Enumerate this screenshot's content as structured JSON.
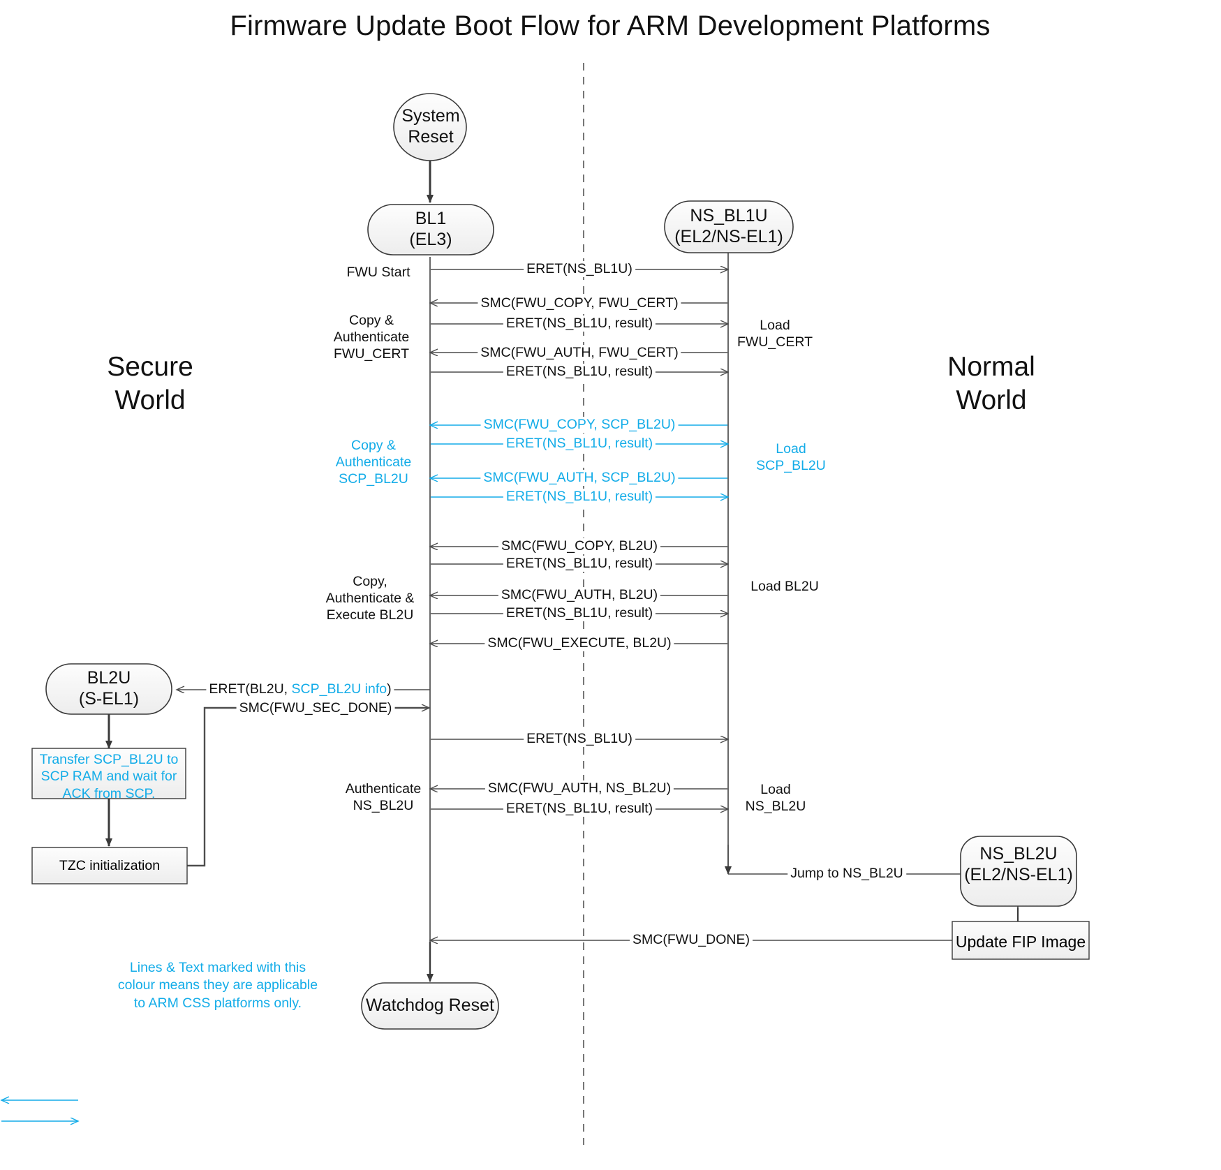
{
  "title": "Firmware Update Boot Flow for ARM Development Platforms",
  "worlds": {
    "secure": "Secure\nWorld",
    "normal": "Normal\nWorld"
  },
  "colors": {
    "css_cyan": "#13ACE8",
    "line": "#4d4d4d",
    "node_fill": "#f5f5f5",
    "node_stroke": "#3a3a3a",
    "text": "#111111"
  },
  "nodes": [
    {
      "id": "system-reset",
      "label": "System\nReset",
      "shape": "ellipse"
    },
    {
      "id": "bl1",
      "label": "BL1\n(EL3)",
      "shape": "stadium"
    },
    {
      "id": "ns-bl1u",
      "label": "NS_BL1U\n(EL2/NS-EL1)",
      "shape": "stadium"
    },
    {
      "id": "bl2u",
      "label": "BL2U\n(S-EL1)",
      "shape": "stadium"
    },
    {
      "id": "ns-bl2u",
      "label": "NS_BL2U\n(EL2/NS-EL1)",
      "shape": "stadium"
    },
    {
      "id": "watchdog-reset",
      "label": "Watchdog Reset",
      "shape": "stadium"
    }
  ],
  "process_boxes": [
    {
      "id": "transfer-scp",
      "label": "Transfer SCP_BL2U to\nSCP RAM and wait for\nACK from SCP.",
      "css_only": true
    },
    {
      "id": "tzc-init",
      "label": "TZC initialization",
      "css_only": false
    },
    {
      "id": "update-fip",
      "label": "Update FIP Image",
      "css_only": false
    }
  ],
  "messages": [
    {
      "id": "m1",
      "label": "ERET(NS_BL1U)",
      "dir": "right",
      "css_only": false
    },
    {
      "id": "m2",
      "label": "SMC(FWU_COPY, FWU_CERT)",
      "dir": "left",
      "css_only": false
    },
    {
      "id": "m3",
      "label": "ERET(NS_BL1U, result)",
      "dir": "right",
      "css_only": false
    },
    {
      "id": "m4",
      "label": "SMC(FWU_AUTH, FWU_CERT)",
      "dir": "left",
      "css_only": false
    },
    {
      "id": "m5",
      "label": "ERET(NS_BL1U, result)",
      "dir": "right",
      "css_only": false
    },
    {
      "id": "m6",
      "label": "SMC(FWU_COPY, SCP_BL2U)",
      "dir": "left",
      "css_only": true
    },
    {
      "id": "m7",
      "label": "ERET(NS_BL1U, result)",
      "dir": "right",
      "css_only": true
    },
    {
      "id": "m8",
      "label": "SMC(FWU_AUTH, SCP_BL2U)",
      "dir": "left",
      "css_only": true
    },
    {
      "id": "m9",
      "label": "ERET(NS_BL1U, result)",
      "dir": "right",
      "css_only": true
    },
    {
      "id": "m10",
      "label": "SMC(FWU_COPY, BL2U)",
      "dir": "left",
      "css_only": false
    },
    {
      "id": "m11",
      "label": "ERET(NS_BL1U, result)",
      "dir": "right",
      "css_only": false
    },
    {
      "id": "m12",
      "label": "SMC(FWU_AUTH, BL2U)",
      "dir": "left",
      "css_only": false
    },
    {
      "id": "m13",
      "label": "ERET(NS_BL1U, result)",
      "dir": "right",
      "css_only": false
    },
    {
      "id": "m14",
      "label": "SMC(FWU_EXECUTE, BL2U)",
      "dir": "left",
      "css_only": false
    },
    {
      "id": "m15",
      "label": "ERET(BL2U, SCP_BL2U info)",
      "dir": "left",
      "css_only": false,
      "parts": [
        {
          "t": "ERET(BL2U, ",
          "cyan": false
        },
        {
          "t": "SCP_BL2U info",
          "cyan": true
        },
        {
          "t": ")",
          "cyan": false
        }
      ]
    },
    {
      "id": "m16",
      "label": "SMC(FWU_SEC_DONE)",
      "dir": "right",
      "css_only": false
    },
    {
      "id": "m17",
      "label": "ERET(NS_BL1U)",
      "dir": "right",
      "css_only": false
    },
    {
      "id": "m18",
      "label": "SMC(FWU_AUTH, NS_BL2U)",
      "dir": "left",
      "css_only": false
    },
    {
      "id": "m19",
      "label": "ERET(NS_BL1U, result)",
      "dir": "right",
      "css_only": false
    },
    {
      "id": "m20",
      "label": "Jump to NS_BL2U",
      "dir": "right",
      "css_only": false
    },
    {
      "id": "m21",
      "label": "SMC(FWU_DONE)",
      "dir": "left",
      "css_only": false
    }
  ],
  "left_annotations": [
    {
      "id": "a1",
      "label": "FWU Start",
      "css_only": false
    },
    {
      "id": "a2",
      "label": "Copy &\nAuthenticate\nFWU_CERT",
      "css_only": false
    },
    {
      "id": "a3",
      "label": "Copy &\nAuthenticate\nSCP_BL2U",
      "css_only": true
    },
    {
      "id": "a4",
      "label": "Copy,\nAuthenticate &\nExecute BL2U",
      "css_only": false
    },
    {
      "id": "a5",
      "label": "Authenticate\nNS_BL2U",
      "css_only": false
    }
  ],
  "right_annotations": [
    {
      "id": "b1",
      "label": "Load\nFWU_CERT",
      "css_only": false
    },
    {
      "id": "b2",
      "label": "Load\nSCP_BL2U",
      "css_only": true
    },
    {
      "id": "b3",
      "label": "Load BL2U",
      "css_only": false
    },
    {
      "id": "b4",
      "label": "Load\nNS_BL2U",
      "css_only": false
    }
  ],
  "legend": {
    "text": "Lines & Text marked with this\ncolour means they are applicable\nto ARM CSS platforms only."
  }
}
